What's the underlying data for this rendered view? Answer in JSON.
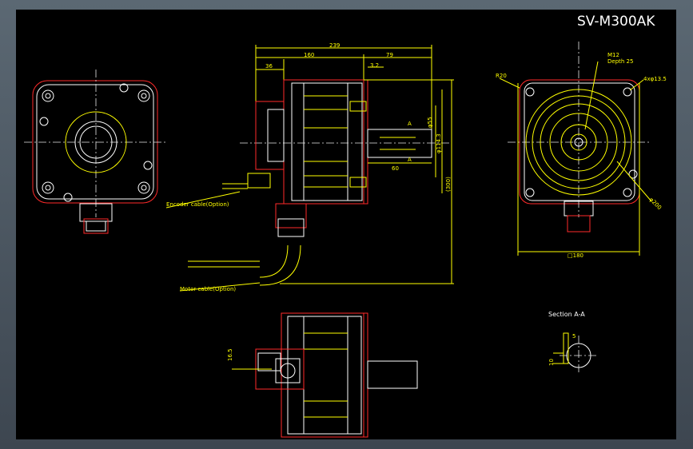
{
  "drawing": {
    "title": "SV-M300AK",
    "section_label": "Section A-A",
    "cable_labels": {
      "encoder": "Encoder cable(Option)",
      "motor": "Motor cable(Option)"
    },
    "dimensions": {
      "overall": "239",
      "body": "160",
      "shaft": "79",
      "flange_thk": "36",
      "shaft_step": "3.2",
      "shaft_dia": "φ55",
      "pilot_dia": "φ114.3",
      "key_len": "60",
      "height": "(300)",
      "radius": "R20",
      "tap": "M12",
      "tap_depth": "Depth 25",
      "holes": "4xφ13.5",
      "pcd": "φ200",
      "square": "□180",
      "side_offset": "16.5",
      "key_w": "5",
      "key_h": "10",
      "section_mark": "A"
    }
  }
}
